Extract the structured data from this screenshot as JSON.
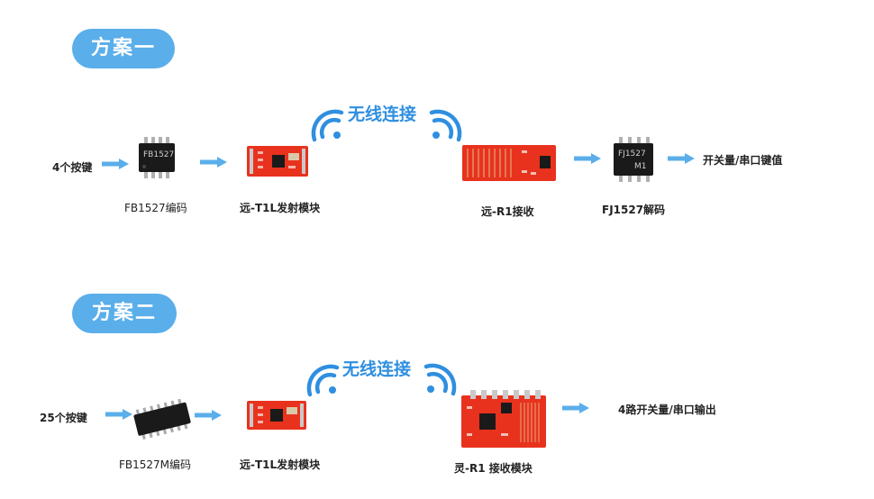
{
  "scheme1": {
    "title": "方案一",
    "input_label": "4个按键",
    "encoder_chip_text": "FB1527",
    "encoder_label": "FB1527编码",
    "transmitter_label": "远-T1L发射模块",
    "wireless_label": "无线连接",
    "receiver_label": "远-R1接收",
    "decoder_chip_text": "FJ1527",
    "decoder_chip_subtext": "M1",
    "decoder_label": "FJ1527解码",
    "output_label": "开关量/串口键值"
  },
  "scheme2": {
    "title": "方案二",
    "input_label": "25个按键",
    "encoder_label": "FB1527M编码",
    "transmitter_label": "远-T1L发射模块",
    "wireless_label": "无线连接",
    "receiver_label": "灵-R1 接收模块",
    "output_label": "4路开关量/串口输出"
  },
  "colors": {
    "accent_blue": "#5aaeea",
    "wifi_blue": "#2f8fe0",
    "pcb_red": "#e8321e",
    "chip_black": "#1a1a1a"
  }
}
